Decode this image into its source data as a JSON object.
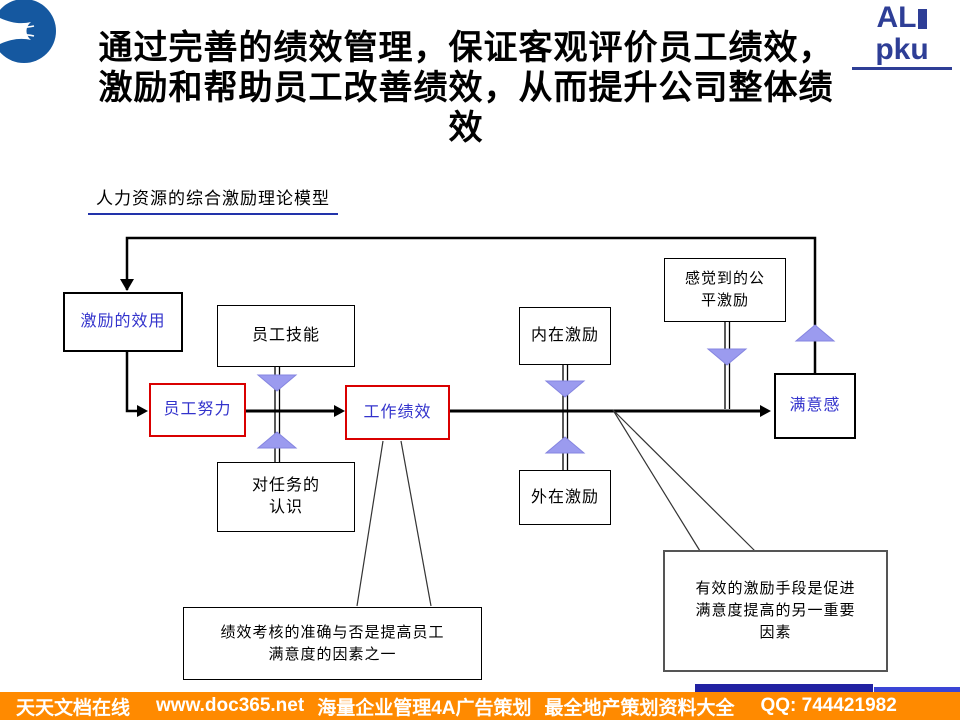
{
  "slide": {
    "title": "通过完善的绩效管理，保证客观评价员工绩效，\n激励和帮助员工改善绩效，从而提升公司整体绩\n效",
    "subtitle": "人力资源的综合激励理论模型",
    "brand": {
      "part1": "AL",
      "part2": "pku"
    }
  },
  "diagram": {
    "boxes": {
      "incentive_utility": "激励的效用",
      "employee_skill": "员工技能",
      "employee_effort": "员工努力",
      "job_performance": "工作绩效",
      "task_understanding": "对任务的\n认识",
      "intrinsic_incentive": "内在激励",
      "extrinsic_incentive": "外在激励",
      "perceived_fair_incentive": "感觉到的公\n平激励",
      "satisfaction": "满意感",
      "note_performance": "绩效考核的准确与否是提高员工\n满意度的因素之一",
      "note_incentive": "有效的激励手段是促进\n满意度提高的另一重要\n因素"
    },
    "colors": {
      "blue_text": "#3333CC",
      "red_border": "#D90000",
      "triangle_fill": "#9B9BEF",
      "line": "#000000"
    }
  },
  "footer": {
    "banner_color": "#FF8A00",
    "items": [
      "天天文档在线",
      "www.doc365.net",
      "海量企业管理4A广告策划",
      "最全地产策划资料大全",
      "QQ: 744421982"
    ]
  }
}
